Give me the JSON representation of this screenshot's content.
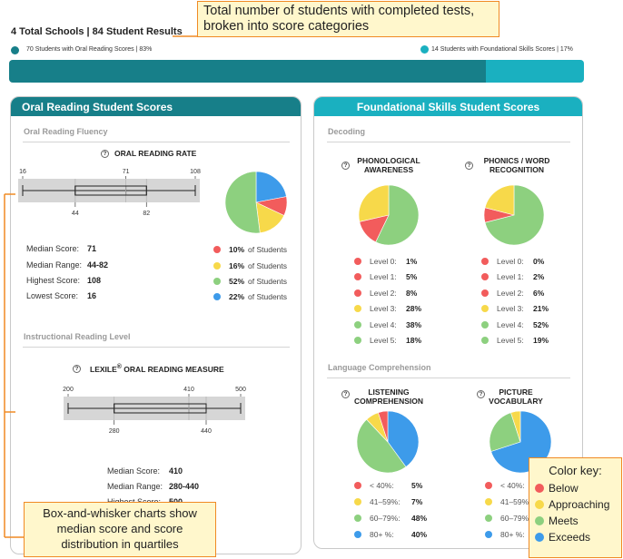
{
  "header": {
    "title": "4 Total Schools | 84 Student Results",
    "legend_left": "70 Students with Oral Reading Scores | 83%",
    "legend_right": "14 Students with Foundational Skills Scores | 17%",
    "bar_fractions": [
      0.83,
      0.17
    ],
    "bar_colors": [
      "#177f89",
      "#1ab0c0"
    ]
  },
  "colors": {
    "below": "#f25c5c",
    "approaching": "#f7d94a",
    "meets": "#8dd07f",
    "exceeds": "#3d9bea",
    "oral_head": "#177f89",
    "found_head": "#1ab0c0"
  },
  "oral_card": {
    "title": "Oral Reading Student Scores",
    "fluency_section": "Oral Reading Fluency",
    "rate_title": "ORAL READING RATE",
    "rate_box": {
      "min": 16,
      "q1": 44,
      "median": 71,
      "q3": 82,
      "max": 108
    },
    "rate_ticks_top": [
      "16",
      "71",
      "108"
    ],
    "rate_ticks_bottom": [
      "44",
      "82"
    ],
    "rate_stats": [
      {
        "label": "Median Score:",
        "value": "71"
      },
      {
        "label": "Median Range:",
        "value": "44-82"
      },
      {
        "label": "Highest Score:",
        "value": "108"
      },
      {
        "label": "Lowest Score:",
        "value": "16"
      }
    ],
    "rate_pie": [
      {
        "pct": "10%",
        "value": 10,
        "suffix": "of Students",
        "color_key": "below"
      },
      {
        "pct": "16%",
        "value": 16,
        "suffix": "of Students",
        "color_key": "approaching"
      },
      {
        "pct": "52%",
        "value": 52,
        "suffix": "of Students",
        "color_key": "meets"
      },
      {
        "pct": "22%",
        "value": 22,
        "suffix": "of Students",
        "color_key": "exceeds"
      }
    ],
    "level_section": "Instructional Reading Level",
    "lexile_title_pre": "LEXILE",
    "lexile_sup": "®",
    "lexile_title_post": " ORAL READING MEASURE",
    "lexile_box": {
      "min": 200,
      "q1": 280,
      "median": 410,
      "q3": 440,
      "max": 500
    },
    "lexile_ticks_top": [
      "200",
      "410",
      "500"
    ],
    "lexile_ticks_bottom": [
      "280",
      "440"
    ],
    "lexile_stats": [
      {
        "label": "Median Score:",
        "value": "410"
      },
      {
        "label": "Median Range:",
        "value": "280-440"
      },
      {
        "label": "Highest Score:",
        "value": "500"
      }
    ]
  },
  "found_card": {
    "title": "Foundational Skills Student Scores",
    "decoding_section": "Decoding",
    "phon_title": [
      "PHONOLOGICAL",
      "AWARENESS"
    ],
    "phon_levels": [
      {
        "label": "Level 0:",
        "pct": "1%",
        "value": 1,
        "color_key": "below"
      },
      {
        "label": "Level 1:",
        "pct": "5%",
        "value": 5,
        "color_key": "below"
      },
      {
        "label": "Level 2:",
        "pct": "8%",
        "value": 8,
        "color_key": "below"
      },
      {
        "label": "Level 3:",
        "pct": "28%",
        "value": 28,
        "color_key": "approaching"
      },
      {
        "label": "Level 4:",
        "pct": "38%",
        "value": 38,
        "color_key": "meets"
      },
      {
        "label": "Level 5:",
        "pct": "18%",
        "value": 18,
        "color_key": "meets"
      }
    ],
    "phonics_title": [
      "PHONICS / WORD",
      "RECOGNITION"
    ],
    "phonics_levels": [
      {
        "label": "Level 0:",
        "pct": "0%",
        "value": 0,
        "color_key": "below"
      },
      {
        "label": "Level 1:",
        "pct": "2%",
        "value": 2,
        "color_key": "below"
      },
      {
        "label": "Level 2:",
        "pct": "6%",
        "value": 6,
        "color_key": "below"
      },
      {
        "label": "Level 3:",
        "pct": "21%",
        "value": 21,
        "color_key": "approaching"
      },
      {
        "label": "Level 4:",
        "pct": "52%",
        "value": 52,
        "color_key": "meets"
      },
      {
        "label": "Level 5:",
        "pct": "19%",
        "value": 19,
        "color_key": "meets"
      }
    ],
    "lang_section": "Language Comprehension",
    "listen_title": [
      "LISTENING",
      "COMPREHENSION"
    ],
    "listen_levels": [
      {
        "label": "< 40%:",
        "pct": "5%",
        "value": 5,
        "color_key": "below"
      },
      {
        "label": "41–59%:",
        "pct": "7%",
        "value": 7,
        "color_key": "approaching"
      },
      {
        "label": "60–79%:",
        "pct": "48%",
        "value": 48,
        "color_key": "meets"
      },
      {
        "label": "80+ %:",
        "pct": "40%",
        "value": 40,
        "color_key": "exceeds"
      }
    ],
    "picture_title": [
      "PICTURE",
      "VOCABULARY"
    ],
    "picture_levels": [
      {
        "label": "< 40%:",
        "color_key": "below"
      },
      {
        "label": "41–59%:",
        "color_key": "approaching"
      },
      {
        "label": "60–79%:",
        "color_key": "meets"
      },
      {
        "label": "80+ %:",
        "color_key": "exceeds"
      }
    ],
    "picture_pie_values": [
      0,
      5,
      25,
      70
    ]
  },
  "annotations": {
    "top_callout": "Total number of students with completed tests, broken into score categories",
    "bottom_callout": "Box-and-whisker charts show median score and score distribution in quartiles",
    "color_key_title": "Color key:",
    "color_key_items": [
      {
        "label": "Below",
        "color_key": "below"
      },
      {
        "label": "Approaching",
        "color_key": "approaching"
      },
      {
        "label": "Meets",
        "color_key": "meets"
      },
      {
        "label": "Exceeds",
        "color_key": "exceeds"
      }
    ]
  }
}
